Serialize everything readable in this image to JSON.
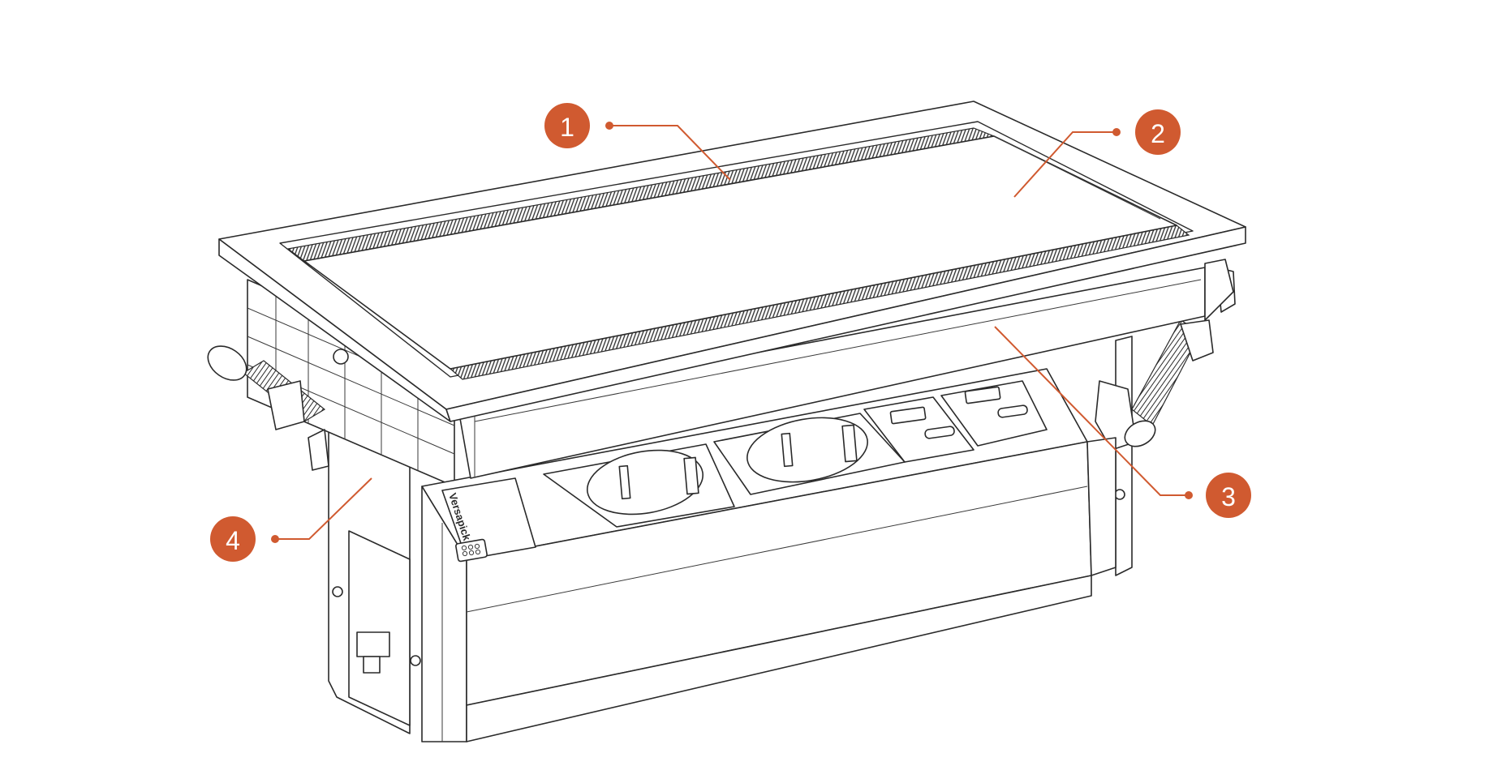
{
  "figure": {
    "title": "Pop-up desk power unit with brush cover",
    "accent_color": "#d05a30",
    "line_color": "#2a2a2a",
    "brand_label": "Versapick",
    "sockets": {
      "schuko_count": 2,
      "usb_modules": 2,
      "usb_ports_per_module": [
        "USB-A",
        "USB-C"
      ]
    }
  },
  "callouts": [
    {
      "number": "1",
      "target": "brush strip"
    },
    {
      "number": "2",
      "target": "cover lid"
    },
    {
      "number": "3",
      "target": "frame skirt"
    },
    {
      "number": "4",
      "target": "mounting bracket"
    }
  ]
}
